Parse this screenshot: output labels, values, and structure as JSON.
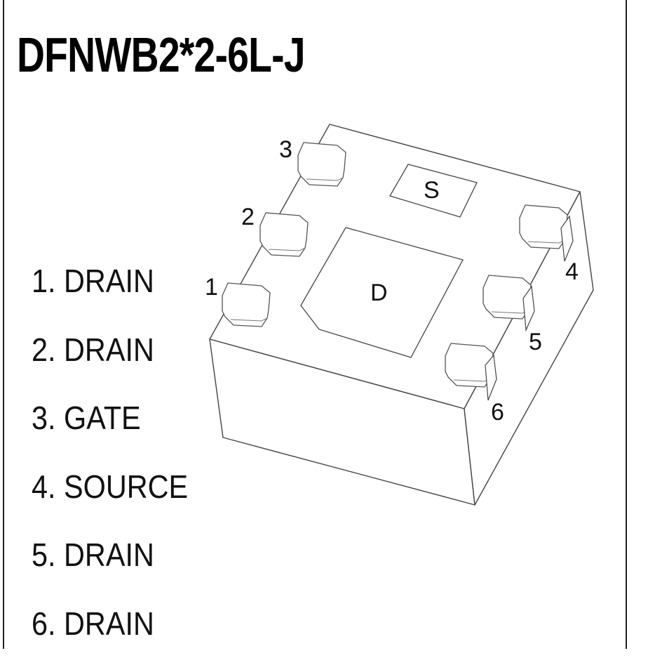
{
  "title": "DFNWB2*2-6L-J",
  "pins": [
    {
      "label": "1. DRAIN"
    },
    {
      "label": "2. DRAIN"
    },
    {
      "label": "3. GATE"
    },
    {
      "label": "4. SOURCE"
    },
    {
      "label": "5. DRAIN"
    },
    {
      "label": "6. DRAIN"
    }
  ],
  "package": {
    "pin_numbers": [
      "1",
      "2",
      "3",
      "4",
      "5",
      "6"
    ],
    "source_pad_label": "S",
    "drain_pad_label": "D"
  }
}
